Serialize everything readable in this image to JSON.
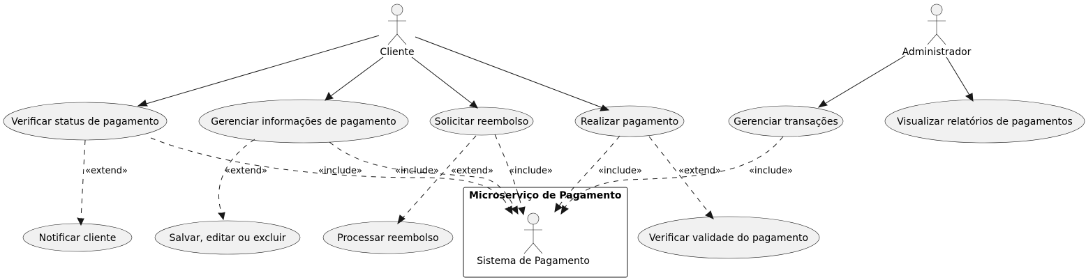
{
  "actors": {
    "cliente": "Cliente",
    "administrador": "Administrador",
    "sistema": "Sistema de Pagamento"
  },
  "system_boundary": {
    "title": "Microserviço de Pagamento"
  },
  "use_cases": {
    "verificar_status": "Verificar status de pagamento",
    "gerenciar_info": "Gerenciar informações de pagamento",
    "solicitar_reembolso": "Solicitar reembolso",
    "realizar_pagamento": "Realizar pagamento",
    "gerenciar_transacoes": "Gerenciar transações",
    "visualizar_relatorios": "Visualizar relatórios de pagamentos",
    "notificar_cliente": "Notificar cliente",
    "salvar_editar": "Salvar, editar ou excluir",
    "processar_reembolso": "Processar reembolso",
    "verificar_validade": "Verificar validade do pagamento"
  },
  "relation_labels": {
    "extend": "«extend»",
    "include": "«include»"
  }
}
